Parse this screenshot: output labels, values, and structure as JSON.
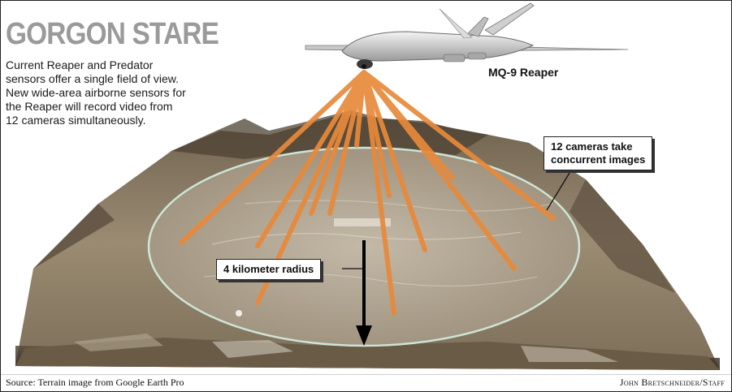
{
  "title": "GORGON STARE",
  "intro_lines": [
    "Current Reaper and Predator",
    "sensors offer a single field of view.",
    "New wide-area airborne sensors for",
    "the Reaper will record video from",
    "12 cameras simultaneously."
  ],
  "drone_label": "MQ-9 Reaper",
  "callout_cameras": [
    "12 cameras take",
    "concurrent images"
  ],
  "callout_radius": "4 kilometer radius",
  "source": "Source: Terrain image from Google Earth Pro",
  "credit": "John Bretschneider/Staff",
  "colors": {
    "beam": "#e8893a",
    "ring": "#b8e0cf",
    "terrain": "#8a7a62",
    "title": "#9a9a9a"
  },
  "icons": [
    "drone-icon",
    "arrow-down-icon"
  ]
}
